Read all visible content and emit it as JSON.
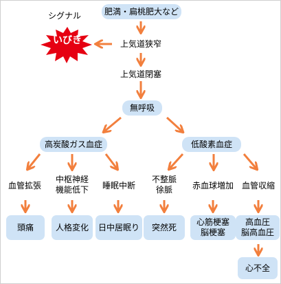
{
  "signal_label": "シグナル",
  "snoring_label": "いびき",
  "top_cause": "肥満・扁桃肥大など",
  "stage1": "上気道狭窄",
  "stage2": "上気道閉塞",
  "apnea": "無呼吸",
  "hypercapnia": "高炭酸ガス血症",
  "hypoxemia": "低酸素血症",
  "hypercapnia_effects": {
    "vasodilation": "血管拡張",
    "cns_line1": "中枢神経",
    "cns_line2": "機能低下",
    "sleep_interruption": "睡眠中断"
  },
  "hypoxemia_effects": {
    "arrhythmia_line1": "不整脈",
    "arrhythmia_line2": "徐脈",
    "polycythemia": "赤血球増加",
    "vasoconstriction": "血管収縮"
  },
  "outcomes": {
    "headache": "頭痛",
    "personality_change": "人格変化",
    "daytime_sleepiness": "日中居眠り",
    "sudden_death": "突然死",
    "infarction_line1": "心筋梗塞",
    "infarction_line2": "脳梗塞",
    "hypertension_line1": "高血圧",
    "hypertension_line2": "脳高血圧",
    "heart_failure": "心不全"
  },
  "colors": {
    "arrow": "#f27f3d",
    "box_fill": "#cfe3f6",
    "burst": "#e60012"
  }
}
